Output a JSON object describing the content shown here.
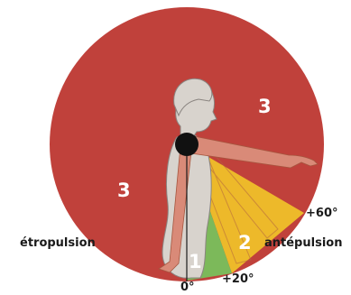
{
  "colors": {
    "zone_3": "#c0413b",
    "zone_2": "#edb92a",
    "zone_1": "#7cb95a",
    "body_skin": "#d8d3cd",
    "arm_skin": "#d98a78",
    "joint": "#111111"
  },
  "zones": [
    {
      "id": "zone-3-back",
      "label": "3"
    },
    {
      "id": "zone-3-front",
      "label": "3"
    },
    {
      "id": "zone-2",
      "label": "2"
    },
    {
      "id": "zone-1",
      "label": "1"
    }
  ],
  "angles": [
    {
      "id": "angle-0",
      "label": "0°"
    },
    {
      "id": "angle-20",
      "label": "+20°"
    },
    {
      "id": "angle-60",
      "label": "+60°"
    }
  ],
  "labels": {
    "retropulsion": "étropulsion",
    "antepulsion": "antépulsion"
  }
}
